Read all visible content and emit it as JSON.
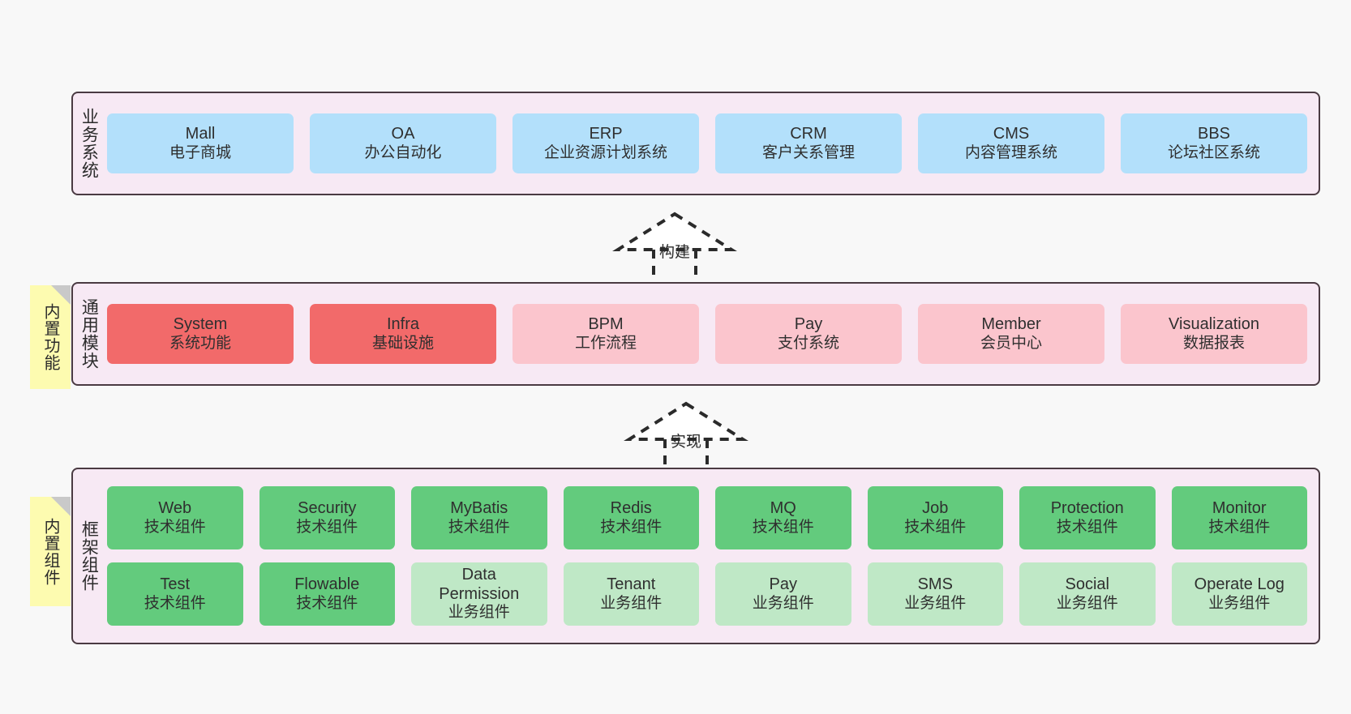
{
  "diagram": {
    "background_color": "#f8f8f8",
    "panel_color": "#f7e9f4",
    "panel_border_color": "#4a3a42"
  },
  "layers": [
    {
      "key": "business",
      "title": "业务系统",
      "rows": [
        {
          "cards": [
            {
              "en": "Mall",
              "cn": "电子商城",
              "color": "#b3e0fb",
              "style": "blue"
            },
            {
              "en": "OA",
              "cn": "办公自动化",
              "color": "#b3e0fb",
              "style": "blue"
            },
            {
              "en": "ERP",
              "cn": "企业资源计划系统",
              "color": "#b3e0fb",
              "style": "blue"
            },
            {
              "en": "CRM",
              "cn": "客户关系管理",
              "color": "#b3e0fb",
              "style": "blue"
            },
            {
              "en": "CMS",
              "cn": "内容管理系统",
              "color": "#b3e0fb",
              "style": "blue"
            },
            {
              "en": "BBS",
              "cn": "论坛社区系统",
              "color": "#b3e0fb",
              "style": "blue"
            }
          ]
        }
      ]
    },
    {
      "key": "common",
      "title": "通用模块",
      "sticky": "内置功能",
      "rows": [
        {
          "cards": [
            {
              "en": "System",
              "cn": "系统功能",
              "color": "#f26a6a",
              "style": "red"
            },
            {
              "en": "Infra",
              "cn": "基础设施",
              "color": "#f26a6a",
              "style": "red"
            },
            {
              "en": "BPM",
              "cn": "工作流程",
              "color": "#fbc5cd",
              "style": "pink"
            },
            {
              "en": "Pay",
              "cn": "支付系统",
              "color": "#fbc5cd",
              "style": "pink"
            },
            {
              "en": "Member",
              "cn": "会员中心",
              "color": "#fbc5cd",
              "style": "pink"
            },
            {
              "en": "Visualization",
              "cn": "数据报表",
              "color": "#fbc5cd",
              "style": "pink"
            }
          ]
        }
      ]
    },
    {
      "key": "framework",
      "title": "框架组件",
      "sticky": "内置组件",
      "rows": [
        {
          "cards": [
            {
              "en": "Web",
              "cn": "技术组件",
              "color": "#63cb7d",
              "style": "green"
            },
            {
              "en": "Security",
              "cn": "技术组件",
              "color": "#63cb7d",
              "style": "green"
            },
            {
              "en": "MyBatis",
              "cn": "技术组件",
              "color": "#63cb7d",
              "style": "green"
            },
            {
              "en": "Redis",
              "cn": "技术组件",
              "color": "#63cb7d",
              "style": "green"
            },
            {
              "en": "MQ",
              "cn": "技术组件",
              "color": "#63cb7d",
              "style": "green"
            },
            {
              "en": "Job",
              "cn": "技术组件",
              "color": "#63cb7d",
              "style": "green"
            },
            {
              "en": "Protection",
              "cn": "技术组件",
              "color": "#63cb7d",
              "style": "green"
            },
            {
              "en": "Monitor",
              "cn": "技术组件",
              "color": "#63cb7d",
              "style": "green"
            }
          ]
        },
        {
          "cards": [
            {
              "en": "Test",
              "cn": "技术组件",
              "color": "#63cb7d",
              "style": "green"
            },
            {
              "en": "Flowable",
              "cn": "技术组件",
              "color": "#63cb7d",
              "style": "green"
            },
            {
              "en": "Data Permission",
              "cn": "业务组件",
              "color": "#bfe8c6",
              "style": "lgreen"
            },
            {
              "en": "Tenant",
              "cn": "业务组件",
              "color": "#bfe8c6",
              "style": "lgreen"
            },
            {
              "en": "Pay",
              "cn": "业务组件",
              "color": "#bfe8c6",
              "style": "lgreen"
            },
            {
              "en": "SMS",
              "cn": "业务组件",
              "color": "#bfe8c6",
              "style": "lgreen"
            },
            {
              "en": "Social",
              "cn": "业务组件",
              "color": "#bfe8c6",
              "style": "lgreen"
            },
            {
              "en": "Operate Log",
              "cn": "业务组件",
              "color": "#bfe8c6",
              "style": "lgreen"
            }
          ]
        }
      ]
    }
  ],
  "connectors": [
    {
      "key": "build",
      "label": "构建"
    },
    {
      "key": "implement",
      "label": "实现"
    }
  ]
}
